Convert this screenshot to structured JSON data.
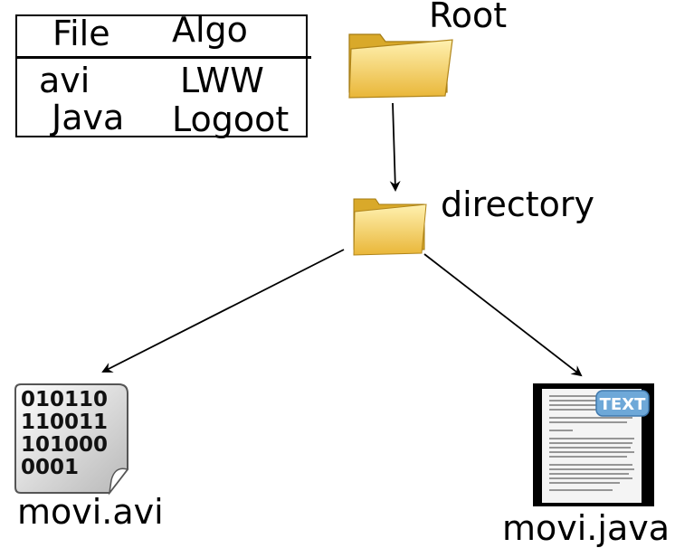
{
  "table": {
    "headers": [
      "File",
      "Algo"
    ],
    "rows": [
      [
        "avi",
        "LWW"
      ],
      [
        "Java",
        "Logoot"
      ]
    ]
  },
  "nodes": {
    "root": {
      "label": "Root",
      "icon": "folder-icon"
    },
    "directory": {
      "label": "directory",
      "icon": "folder-icon"
    },
    "avi_file": {
      "label": "movi.avi",
      "icon": "binary-file-icon",
      "binary_lines": [
        "010110",
        "110011",
        "101000",
        "0001"
      ]
    },
    "java_file": {
      "label": "movi.java",
      "icon": "text-file-icon",
      "badge": "TEXT"
    }
  },
  "colors": {
    "folder_fill": "#f6cf5a",
    "folder_dark": "#d9a92a",
    "badge_blue": "#6ea8d8",
    "file_black": "#000000"
  }
}
